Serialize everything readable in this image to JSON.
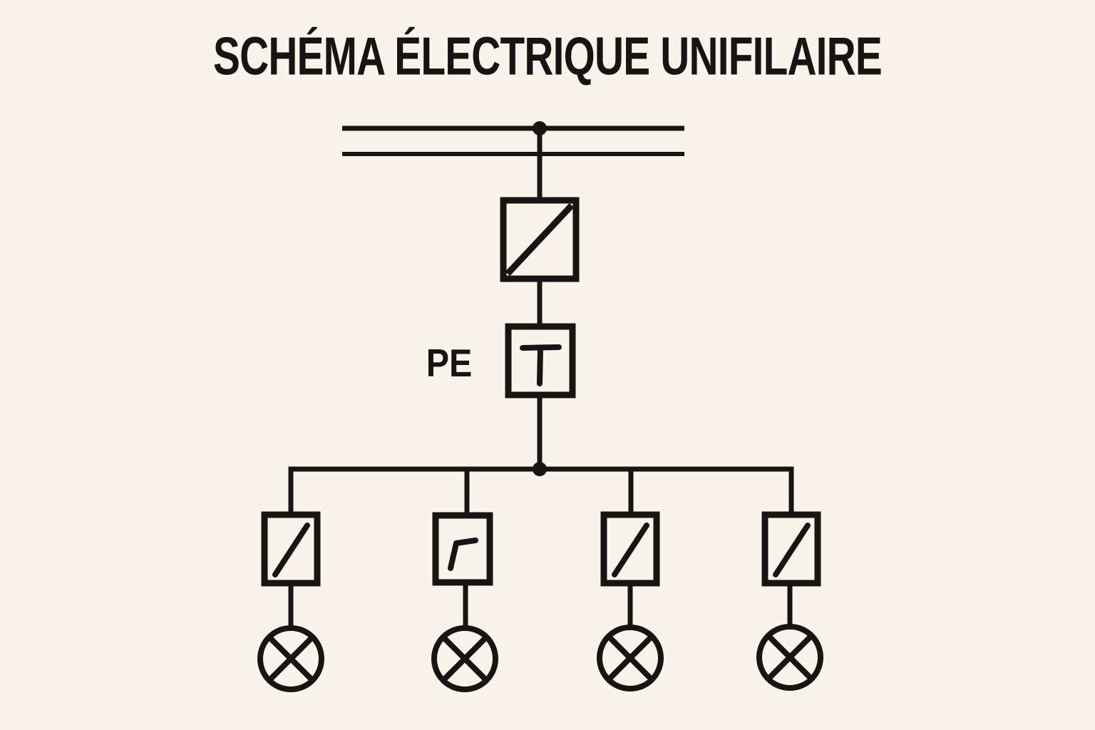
{
  "page": {
    "background_color": "#f8f4ec",
    "line_color": "#171513"
  },
  "title": "SCHÉMA ÉLECTRIQUE UNIFILAIRE",
  "labels": {
    "pe": "PE"
  },
  "diagram": {
    "type": "single-line-electrical-diagram",
    "components": [
      {
        "id": "busbar",
        "symbol": "double-horizontal-line-busbar",
        "note": "supply busbar with junction dot on upper line"
      },
      {
        "id": "main-disconnect",
        "symbol": "square-with-diagonal-slash",
        "note": "main incoming device fed from busbar"
      },
      {
        "id": "pe-device",
        "symbol": "square-with-T",
        "label": "PE",
        "note": "earth / protective device, labelled PE on its left"
      },
      {
        "id": "distribution-node",
        "symbol": "filled-junction-dot",
        "note": "feeds horizontal distribution line with 4 branches"
      },
      {
        "id": "branch-1",
        "device_symbol": "rectangle-with-diagonal-slash",
        "load_symbol": "circle-with-X-lamp"
      },
      {
        "id": "branch-2",
        "device_symbol": "rectangle-with-bent-line",
        "load_symbol": "circle-with-X-lamp"
      },
      {
        "id": "branch-3",
        "device_symbol": "rectangle-with-diagonal-slash",
        "load_symbol": "circle-with-X-lamp"
      },
      {
        "id": "branch-4",
        "device_symbol": "rectangle-with-diagonal-slash",
        "load_symbol": "circle-with-X-lamp"
      }
    ],
    "branch_count": 4
  }
}
